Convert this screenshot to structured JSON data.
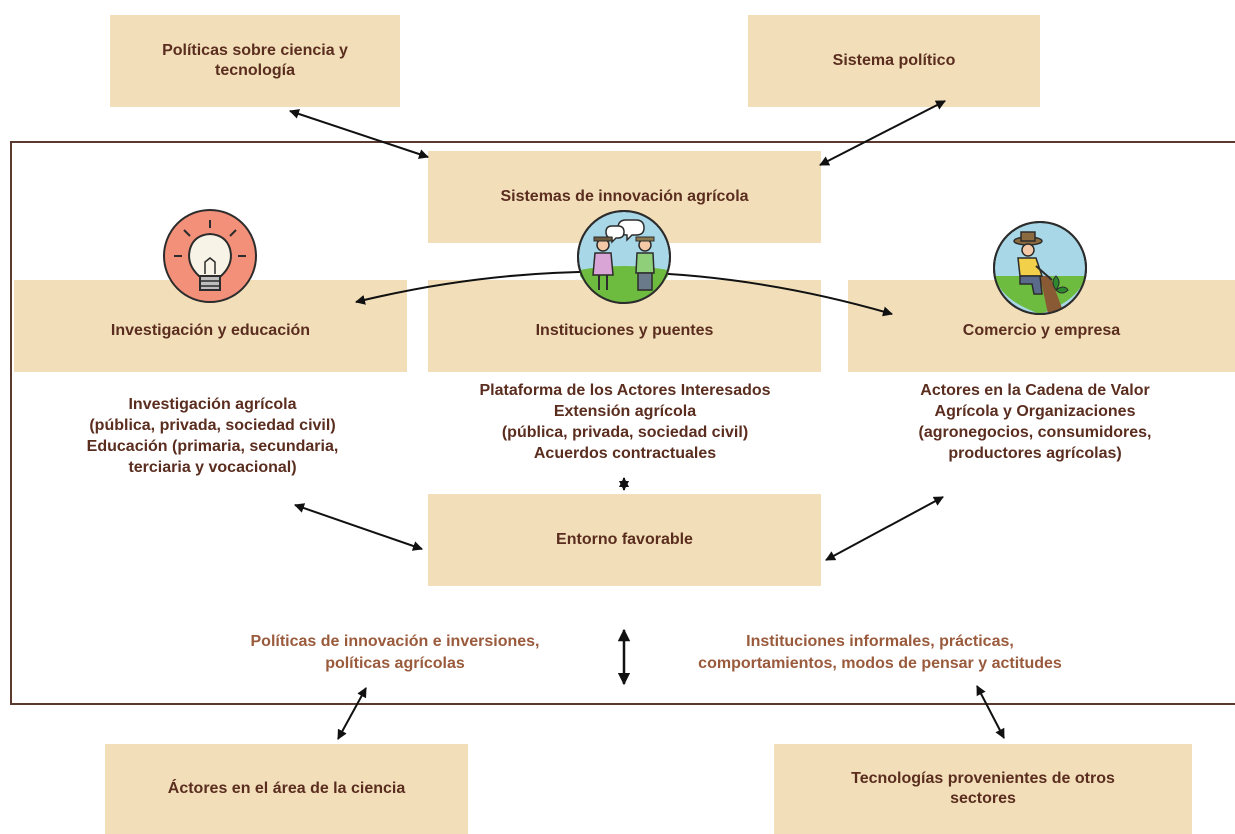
{
  "top_left_box": "Políticas sobre ciencia y tecnología",
  "top_right_box": "Sistema político",
  "center_box": "Sistemas de innovación agrícola",
  "left_box": "Investigación y educación",
  "middle_box": "Instituciones y puentes",
  "right_box": "Comercio y empresa",
  "left_text": "Investigación agrícola\n(pública, privada, sociedad civil)\nEducación (primaria, secundaria,\nterciaria y vocacional)",
  "middle_text": "Plataforma de los Actores Interesados\nExtensión agrícola\n(pública, privada, sociedad civil)\nAcuerdos contractuales",
  "right_text": "Actores en la Cadena de Valor\nAgrícola y Organizaciones\n(agronegocios, consumidores,\nproductores agrícolas)",
  "enabling_box": "Entorno favorable",
  "policy_note": "Políticas de innovación e inversiones,\npolíticas agrícolas",
  "informal_note": "Instituciones informales, prácticas,\ncomportamientos, modos de pensar y actitudes",
  "bottom_left_box": "Áctores en el área de la ciencia",
  "bottom_right_box": "Tecnologías provenientes de otros\nsectores",
  "icons": [
    "lightbulb-icon",
    "people-talking-icon",
    "farmer-planting-icon"
  ],
  "colors": {
    "box_fill": "#f2dfba",
    "text": "#5a2d1f",
    "note_text": "#9a5a3c",
    "frame": "#5a3a2e",
    "arrow": "#111111"
  }
}
